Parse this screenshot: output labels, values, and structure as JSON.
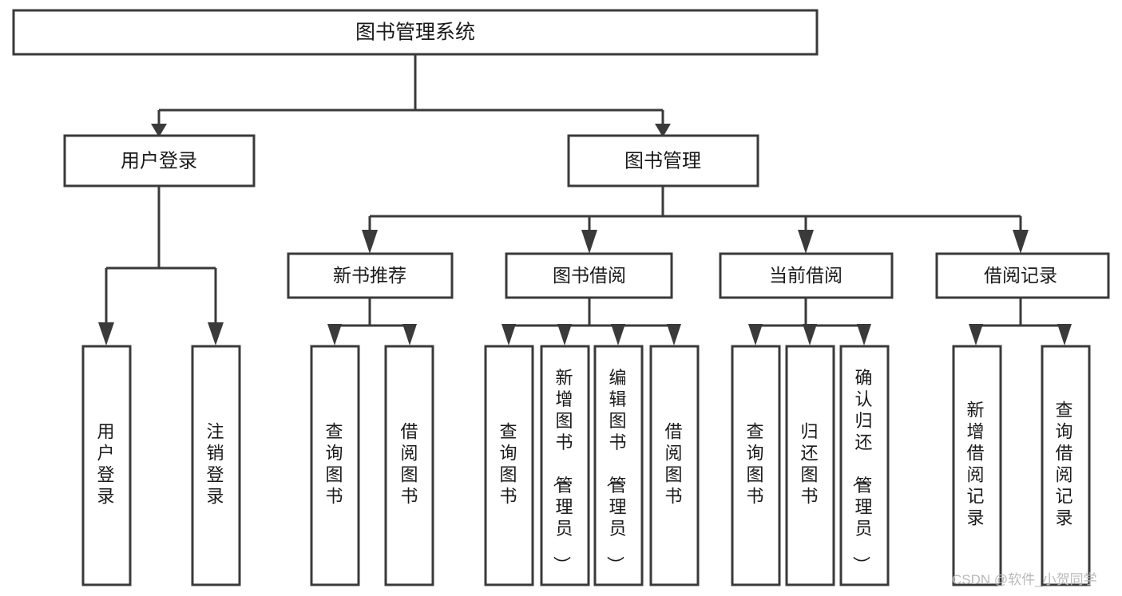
{
  "diagram": {
    "type": "tree",
    "title": "图书管理系统",
    "watermark": "CSDN @软件_小贺同学",
    "colors": {
      "stroke": "#3a3a3a",
      "fill": "#ffffff",
      "text": "#1a1a1a",
      "watermark": "#b9b9b9"
    },
    "root": {
      "label": "图书管理系统"
    },
    "level2": [
      {
        "label": "用户登录"
      },
      {
        "label": "图书管理"
      }
    ],
    "level3": [
      {
        "label": "新书推荐"
      },
      {
        "label": "图书借阅"
      },
      {
        "label": "当前借阅"
      },
      {
        "label": "借阅记录"
      }
    ],
    "leaves": {
      "user_login": [
        {
          "label": "用户登录"
        },
        {
          "label": "注销登录"
        }
      ],
      "new_book_recommend": [
        {
          "label": "查询图书"
        },
        {
          "label": "借阅图书"
        }
      ],
      "book_borrow": [
        {
          "label": "查询图书"
        },
        {
          "label": "新增图书（管理员）"
        },
        {
          "label": "编辑图书（管理员）"
        },
        {
          "label": "借阅图书"
        }
      ],
      "current_borrow": [
        {
          "label": "查询图书"
        },
        {
          "label": "归还图书"
        },
        {
          "label": "确认归还（管理员）"
        }
      ],
      "borrow_record": [
        {
          "label": "新增借阅记录"
        },
        {
          "label": "查询借阅记录"
        }
      ]
    }
  }
}
